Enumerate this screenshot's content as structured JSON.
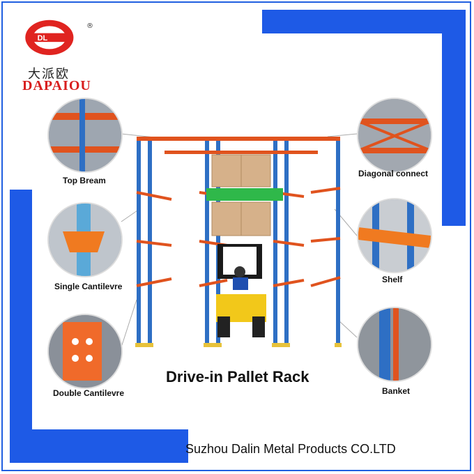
{
  "brand": {
    "chinese_name": "大派欧",
    "english_name": "DAPAIOU",
    "registered_mark": "®",
    "logo_color": "#e02420"
  },
  "product_title": "Drive-in Pallet Rack",
  "company": "Suzhou Dalin Metal Products CO.LTD",
  "callouts": {
    "top_beam": "Top Bream",
    "diagonal_connect": "Diagonal connect",
    "single_cantilevre": "Single Cantilevre",
    "shelf": "Shelf",
    "double_cantilevre": "Double Cantilevre",
    "banket": "Banket"
  },
  "colors": {
    "frame_blue": "#1e5ae6",
    "rack_blue": "#2e6fc4",
    "beam_orange": "#e0531e",
    "forklift_yellow": "#f2c81a",
    "pallet_green": "#2fb84a"
  }
}
